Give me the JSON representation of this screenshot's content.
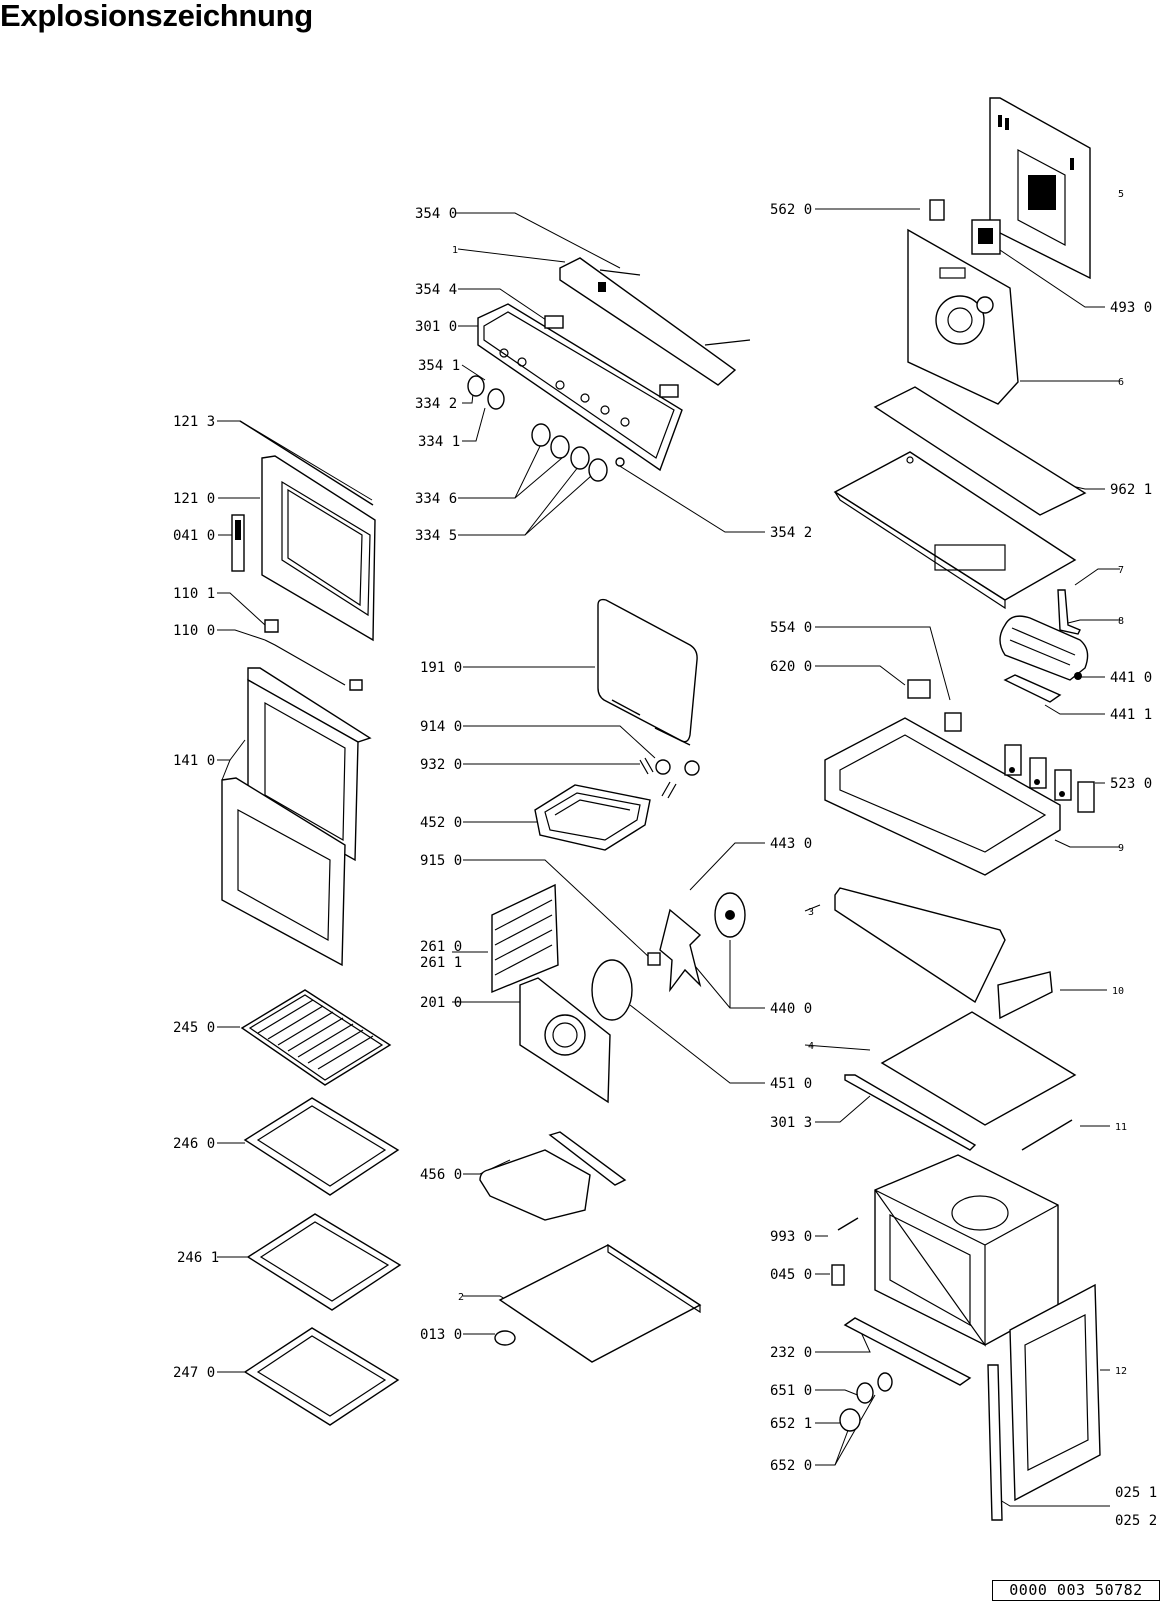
{
  "title": "Explosionszeichnung",
  "document_number": "0000 003 50782",
  "labels": {
    "l354_0": "354 0",
    "l1": "1",
    "l354_4": "354 4",
    "l301_0": "301 0",
    "l354_1": "354 1",
    "l334_2": "334 2",
    "l334_1": "334 1",
    "l334_6": "334 6",
    "l334_5": "334 5",
    "l354_2": "354 2",
    "l121_3": "121 3",
    "l121_0": "121 0",
    "l041_0": "041 0",
    "l110_1": "110 1",
    "l110_0": "110 0",
    "l141_0": "141 0",
    "l191_0": "191 0",
    "l914_0": "914 0",
    "l932_0": "932 0",
    "l452_0": "452 0",
    "l915_0": "915 0",
    "l443_0": "443 0",
    "l261_0": "261 0",
    "l261_1": "261 1",
    "l201_0": "201 0",
    "l440_0": "440 0",
    "l451_0": "451 0",
    "l245_0": "245 0",
    "l246_0": "246 0",
    "l456_0": "456 0",
    "l246_1": "246 1",
    "l2": "2",
    "l013_0": "013 0",
    "l247_0": "247 0",
    "l562_0": "562 0",
    "l5": "5",
    "l493_0": "493 0",
    "l6": "6",
    "l962_1": "962 1",
    "l7": "7",
    "l8": "8",
    "l554_0": "554 0",
    "l620_0": "620 0",
    "l441_0": "441 0",
    "l441_1": "441 1",
    "l523_0": "523 0",
    "l9": "9",
    "l3": "3",
    "l10": "10",
    "l4": "4",
    "l301_3": "301 3",
    "l11": "11",
    "l993_0": "993 0",
    "l045_0": "045 0",
    "l232_0": "232 0",
    "l12": "12",
    "l651_0": "651 0",
    "l652_1": "652 1",
    "l652_0": "652 0",
    "l025_1": "025 1",
    "l025_2": "025 2"
  }
}
